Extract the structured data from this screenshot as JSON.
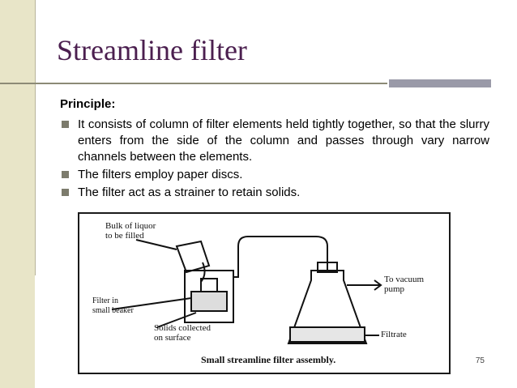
{
  "slide": {
    "title": "Streamline filter",
    "heading": "Principle:",
    "bullets": [
      "It consists of column of filter elements held tightly together, so that the slurry enters from the side of the column and passes through vary narrow channels between the elements.",
      "The filters employ paper discs.",
      "The filter act as a strainer to retain solids."
    ],
    "page_number": "75"
  },
  "figure": {
    "label_bulk": "Bulk of liquor",
    "label_bulk2": "to be filled",
    "label_filter": "Filter in",
    "label_filter2": "small beaker",
    "label_solids": "Solids collected",
    "label_solids2": "on surface",
    "label_vacuum": "To vacuum",
    "label_vacuum2": "pump",
    "label_filtrate": "Filtrate",
    "caption": "Small streamline filter assembly."
  },
  "colors": {
    "title": "#4b1f4f",
    "side_band": "#e8e5c8",
    "bullet": "#7c7b6c"
  }
}
